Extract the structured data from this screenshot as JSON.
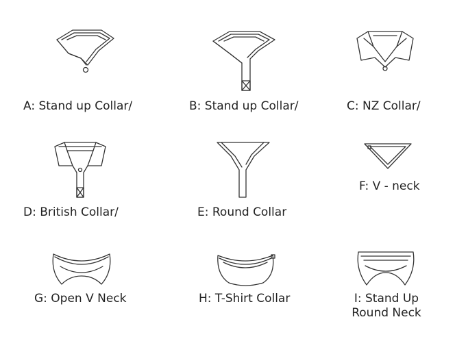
{
  "collars": [
    {
      "label": "A: Stand up Collar/",
      "icon": "stand-up-collar-button-icon"
    },
    {
      "label": "B: Stand up Collar/",
      "icon": "stand-up-collar-placket-icon"
    },
    {
      "label": "C: NZ Collar/",
      "icon": "nz-collar-icon"
    },
    {
      "label": "D: British Collar/",
      "icon": "british-collar-icon"
    },
    {
      "label": "E: Round Collar",
      "icon": "round-collar-icon"
    },
    {
      "label": "F: V - neck",
      "icon": "v-neck-icon"
    },
    {
      "label": "G: Open V Neck",
      "icon": "open-v-neck-icon"
    },
    {
      "label": "H: T-Shirt Collar",
      "icon": "t-shirt-collar-icon"
    },
    {
      "label": "I: Stand Up",
      "label_line2": "Round Neck",
      "icon": "stand-up-round-neck-icon"
    }
  ]
}
